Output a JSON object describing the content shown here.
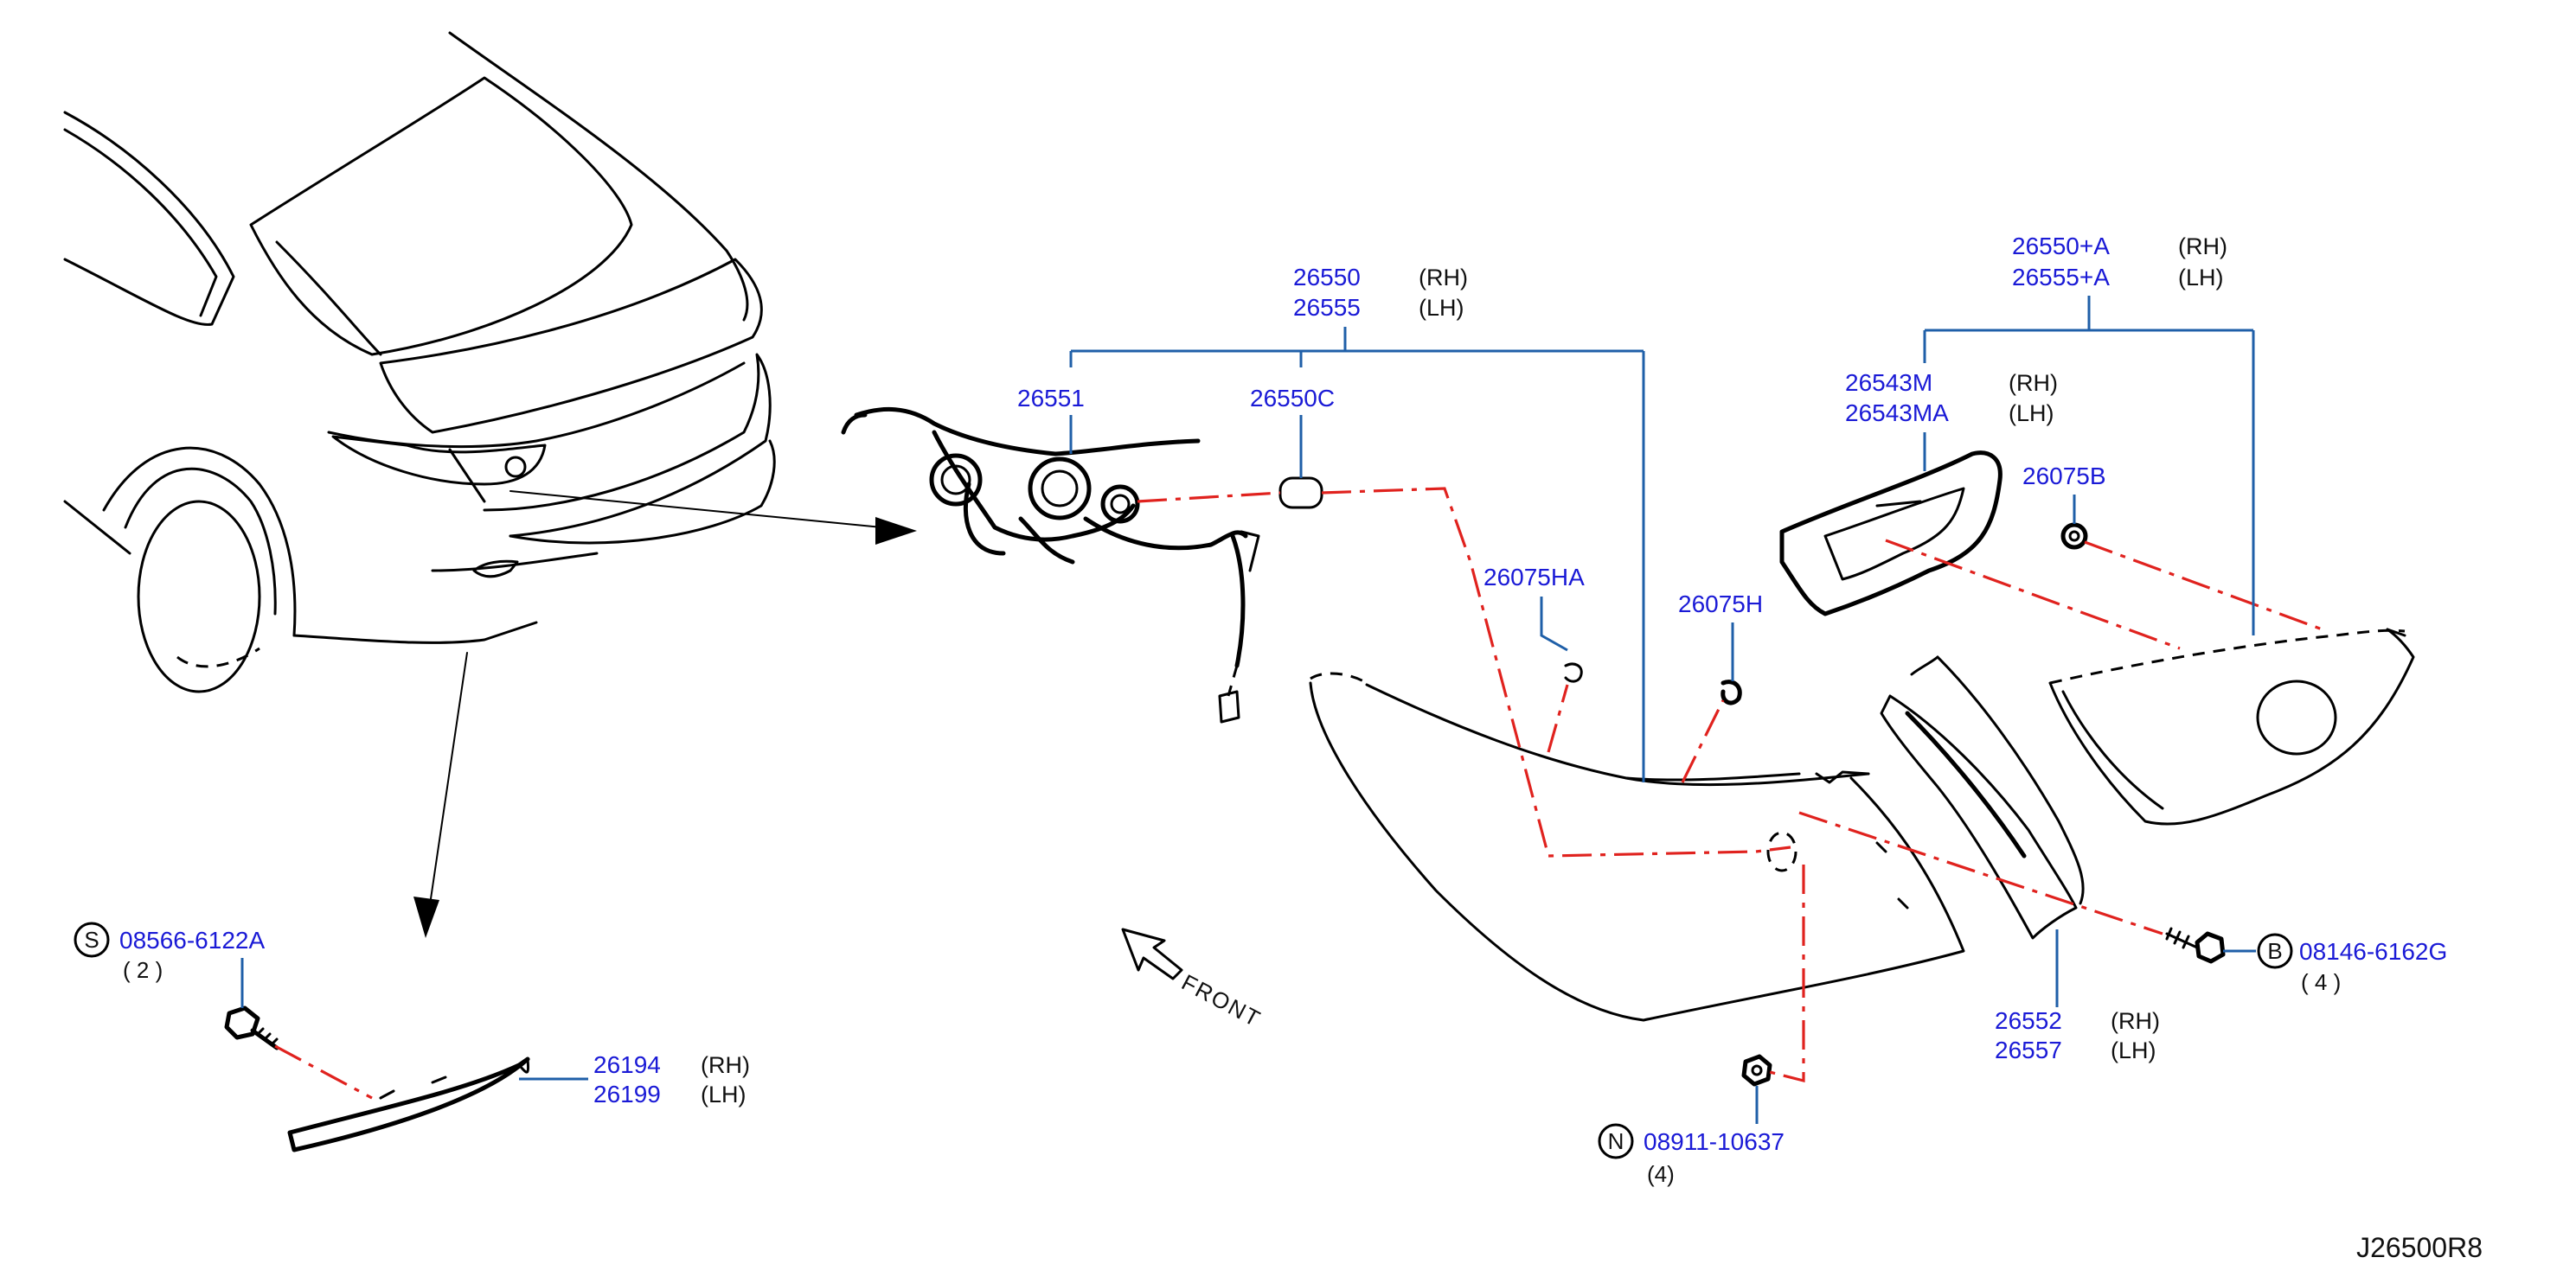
{
  "callouts": {
    "assy_rh": "26550",
    "assy_rh_side": "(RH)",
    "assy_lh": "26555",
    "assy_lh_side": "(LH)",
    "harness": "26551",
    "socket": "26550C",
    "assy_a_rh": "26550+A",
    "assy_a_rh_side": "(RH)",
    "assy_a_lh": "26555+A",
    "assy_a_lh_side": "(LH)",
    "lamp_m_rh": "26543M",
    "lamp_m_rh_side": "(RH)",
    "lamp_m_lh": "26543MA",
    "lamp_m_lh_side": "(LH)",
    "grommet_b": "26075B",
    "grommet_ha": "26075HA",
    "grommet_h": "26075H",
    "screw_s_badge": "S",
    "screw_s": "08566-6122A",
    "screw_s_qty": "(  2  )",
    "reflector_rh": "26194",
    "reflector_rh_side": "(RH)",
    "reflector_lh": "26199",
    "reflector_lh_side": "(LH)",
    "bolt_b_badge": "B",
    "bolt_b": "08146-6162G",
    "bolt_b_qty": "(  4  )",
    "gasket_rh": "26552",
    "gasket_rh_side": "(RH)",
    "gasket_lh": "26557",
    "gasket_lh_side": "(LH)",
    "nut_n_badge": "N",
    "nut_n": "08911-10637",
    "nut_n_qty": "(4)"
  },
  "front_label": "FRONT",
  "diagram_code": "J26500R8",
  "colors": {
    "part_number": "#1a1ad6",
    "leader": "#1f5fa8",
    "centerline": "#e0221e",
    "outline": "#000000"
  }
}
